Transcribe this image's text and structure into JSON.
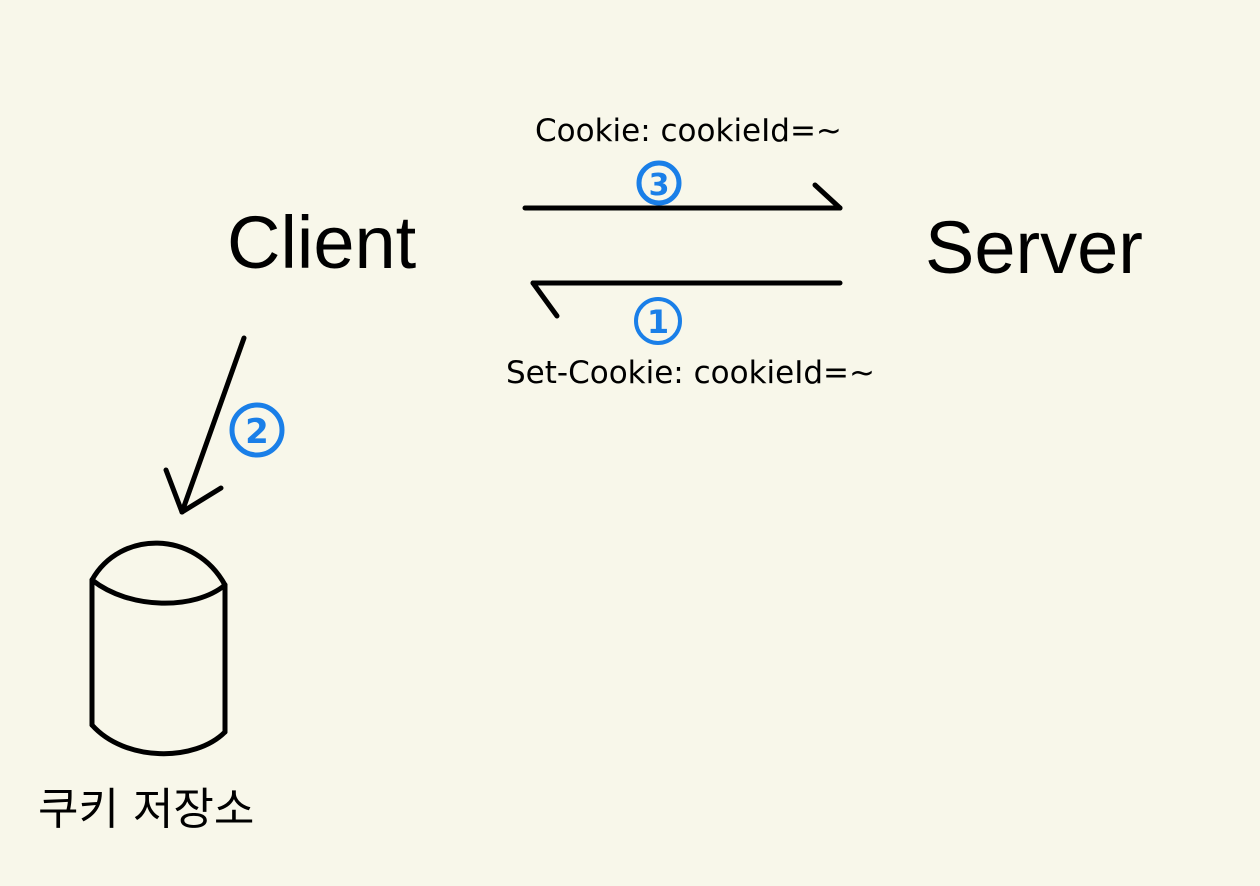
{
  "nodes": {
    "client": "Client",
    "server": "Server",
    "storage": "쿠키 저장소"
  },
  "messages": {
    "request": "Cookie: cookieId=~",
    "response": "Set-Cookie: cookieId=~"
  },
  "steps": {
    "one": "1",
    "two": "2",
    "three": "3"
  },
  "colors": {
    "background": "#f8f7ea",
    "ink": "#000000",
    "step": "#1a7fe8"
  }
}
